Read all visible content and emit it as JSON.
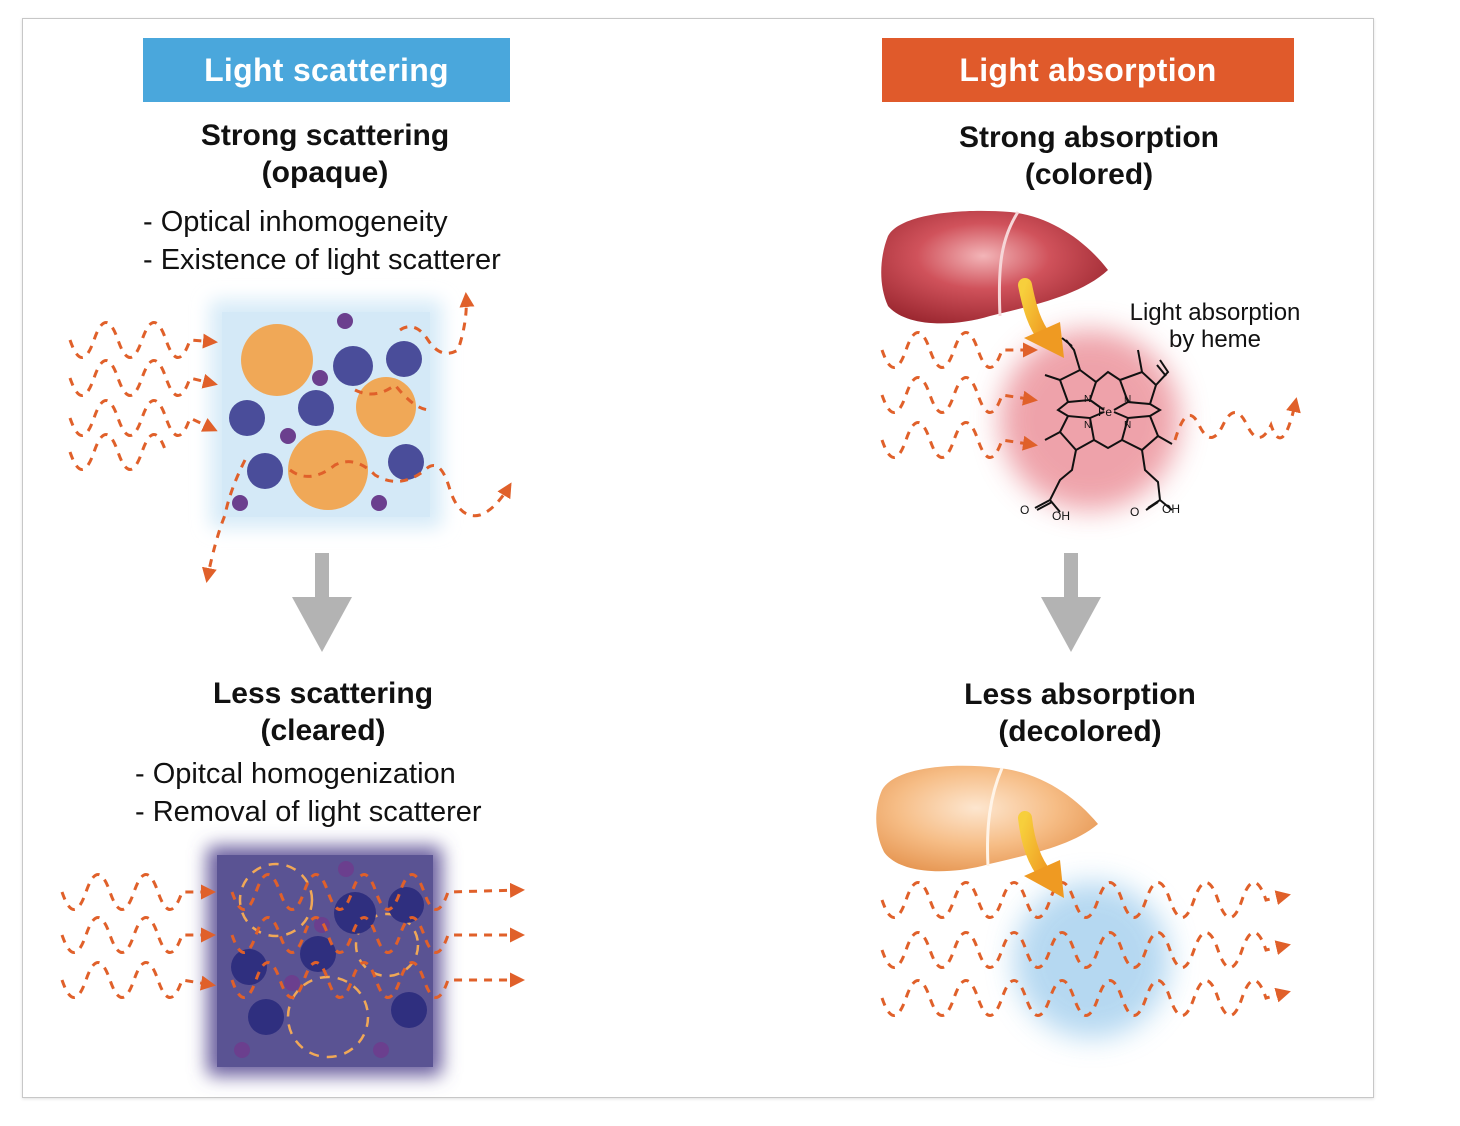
{
  "left": {
    "badge": "Light scattering",
    "top_heading_line1": "Strong scattering",
    "top_heading_line2": "(opaque)",
    "top_bullets": [
      "- Optical inhomogeneity",
      "- Existence of light scatterer"
    ],
    "bottom_heading_line1": "Less scattering",
    "bottom_heading_line2": "(cleared)",
    "bottom_bullets": [
      "- Opitcal homogenization",
      "- Removal of light scatterer"
    ]
  },
  "right": {
    "badge": "Light absorption",
    "top_heading_line1": "Strong absorption",
    "top_heading_line2": "(colored)",
    "heme_note_line1": "Light absorption",
    "heme_note_line2": "by heme",
    "bottom_heading_line1": "Less absorption",
    "bottom_heading_line2": "(decolored)"
  },
  "molecule_labels": {
    "iron": "Fe",
    "nitrogen": "N",
    "oxygen": "O",
    "hydroxyl": "OH"
  },
  "colors": {
    "scattering_badge": "#4aa7dc",
    "absorption_badge": "#e05a2b",
    "light_ray": "#e0602a",
    "large_scatterer": "#f0a857",
    "small_scatterer": "#4a4d9a",
    "tiny_scatterer": "#6b3f8e",
    "tissue_opaque": "#d7ebf8",
    "tissue_cleared": "#5a5393",
    "heme_glow": "#e9848e",
    "decolored_glow": "#a9d2ef",
    "liver_colored": "#b8343e",
    "liver_decolored": "#f2b57e",
    "process_arrow": "#b3b3b3"
  }
}
